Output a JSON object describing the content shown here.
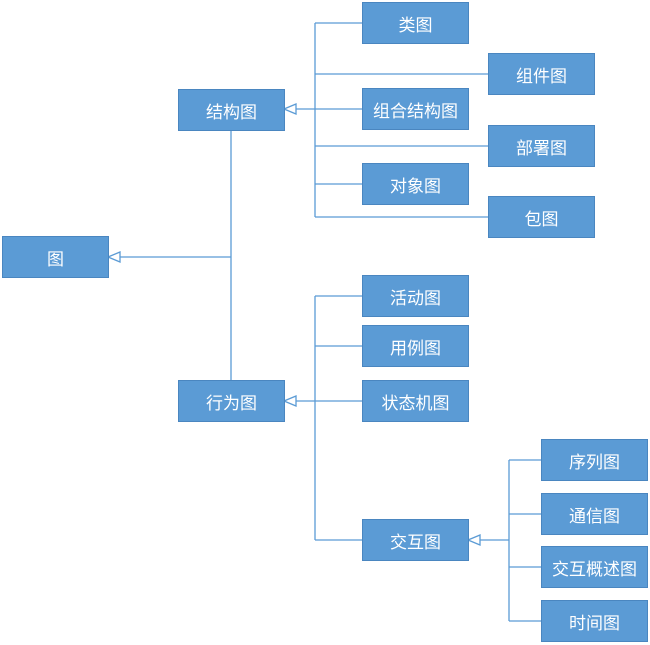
{
  "nodes": {
    "root": "图",
    "structure": "结构图",
    "behavior": "行为图",
    "class": "类图",
    "component": "组件图",
    "composite_structure": "组合结构图",
    "deployment": "部署图",
    "object": "对象图",
    "package": "包图",
    "activity": "活动图",
    "use_case": "用例图",
    "state_machine": "状态机图",
    "interaction": "交互图",
    "sequence": "序列图",
    "communication": "通信图",
    "interaction_overview": "交互概述图",
    "timing": "时间图"
  },
  "colors": {
    "node_fill": "#5b9bd5",
    "node_border": "#4a86c0",
    "node_text": "#ffffff",
    "connector": "#5b9bd5"
  }
}
